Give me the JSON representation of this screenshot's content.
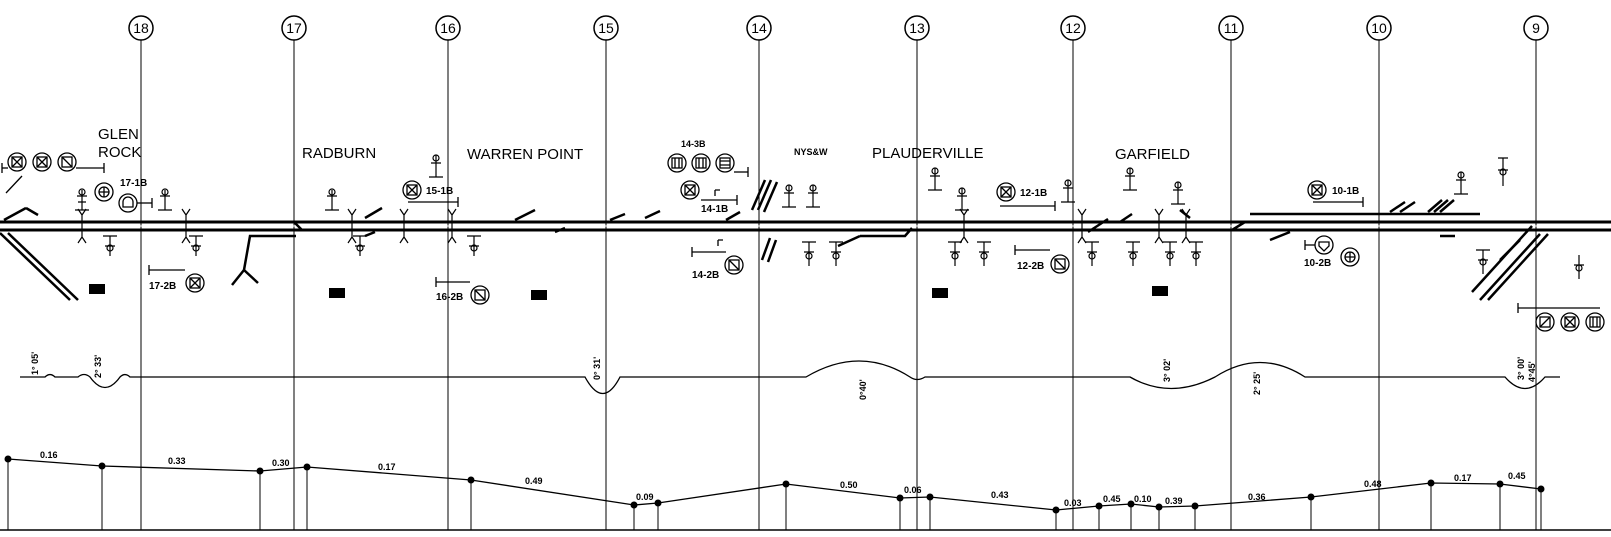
{
  "mileposts": [
    "18",
    "17",
    "16",
    "15",
    "14",
    "13",
    "12",
    "11",
    "10",
    "9"
  ],
  "stations": [
    {
      "name": "GLEN"
    },
    {
      "name": "ROCK"
    },
    {
      "name": "RADBURN"
    },
    {
      "name": "WARREN POINT"
    },
    {
      "name": "NYS&W"
    },
    {
      "name": "PLAUDERVILLE"
    },
    {
      "name": "GARFIELD"
    }
  ],
  "signals": [
    {
      "label": "17-1B"
    },
    {
      "label": "17-2B"
    },
    {
      "label": "15-1B"
    },
    {
      "label": "16-2B"
    },
    {
      "label": "14-3B"
    },
    {
      "label": "14-1B"
    },
    {
      "label": "14-2B"
    },
    {
      "label": "12-1B"
    },
    {
      "label": "12-2B"
    },
    {
      "label": "10-1B"
    },
    {
      "label": "10-2B"
    }
  ],
  "curves": [
    {
      "label": "1° 05'"
    },
    {
      "label": "2° 33'"
    },
    {
      "label": "0° 31'"
    },
    {
      "label": "0°40'"
    },
    {
      "label": "3° 02'"
    },
    {
      "label": "2° 25'"
    },
    {
      "label": "3° 00'"
    },
    {
      "label": "4°45'"
    }
  ],
  "grades": [
    "0.16",
    "0.33",
    "0.30",
    "0.17",
    "0.49",
    "0.09",
    "0.50",
    "0.06",
    "0.43",
    "0.03",
    "0.45",
    "0.10",
    "0.39",
    "0.36",
    "0.48",
    "0.17",
    "0.45"
  ],
  "colors": {
    "ink": "#000000",
    "background": "#ffffff"
  }
}
